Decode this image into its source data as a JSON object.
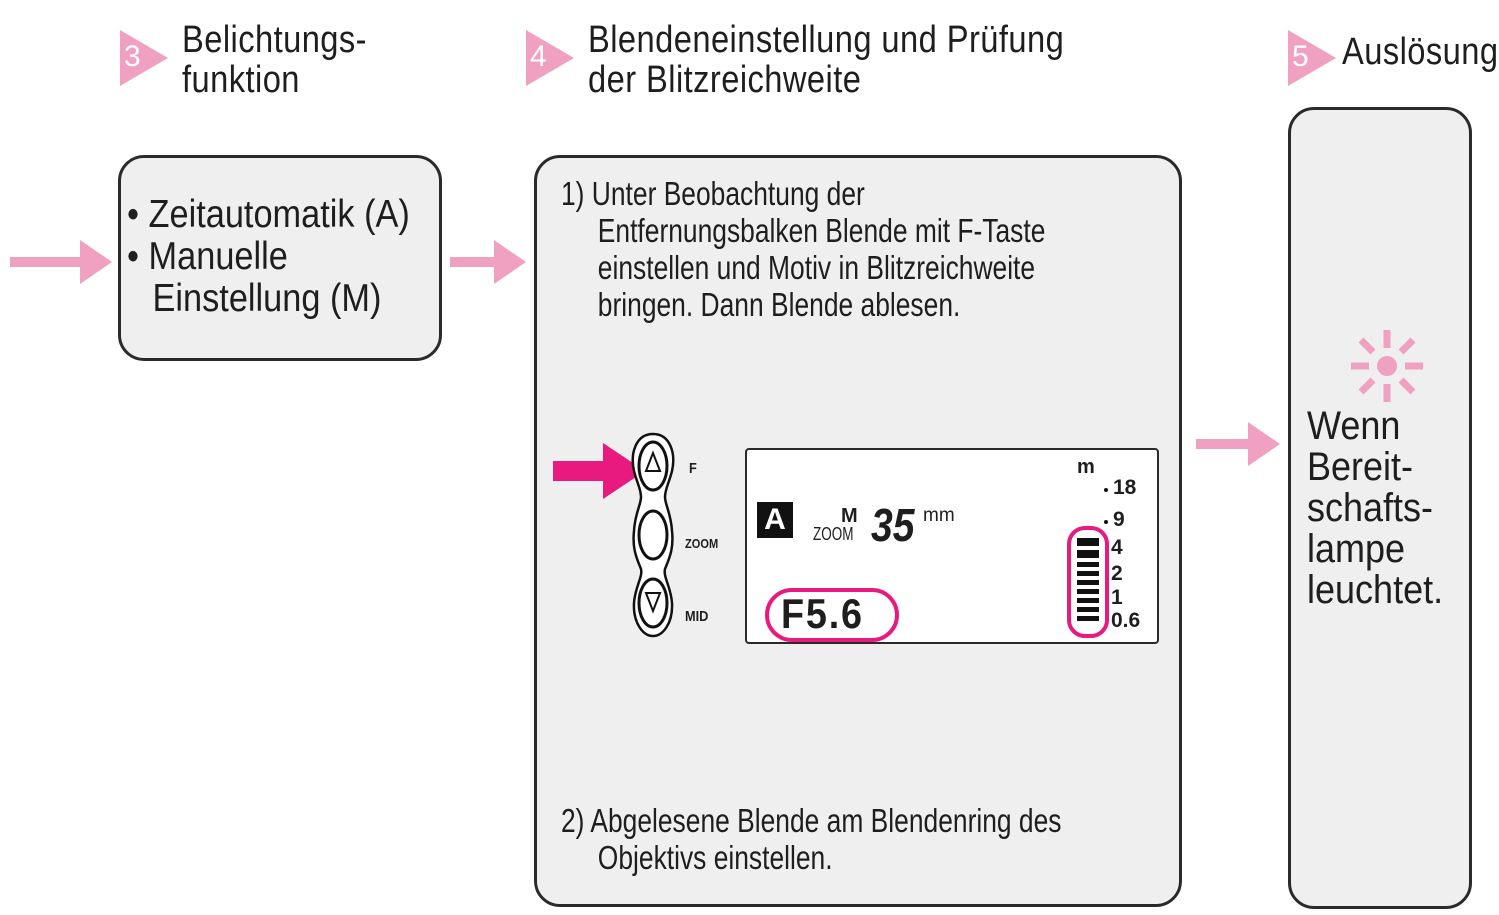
{
  "colors": {
    "accent": "#f0a0c0",
    "pink_arrow": "#e8197f",
    "box_fill": "#efefef",
    "text": "#1e1e1e"
  },
  "steps": [
    {
      "number": "3",
      "title_line1": "Belichtungs-",
      "title_line2": "funktion"
    },
    {
      "number": "4",
      "title_line1": "Blendeneinstellung und Prüfung",
      "title_line2": "der Blitzreichweite"
    },
    {
      "number": "5",
      "title_line1": "Auslösung"
    }
  ],
  "box3": {
    "items": [
      "• Zeitautomatik (A)",
      "• Manuelle",
      "Einstellung (M)"
    ]
  },
  "box4": {
    "instruction1": [
      "1) Unter Beobachtung der",
      "Entfernungsbalken Blende mit F-Taste",
      "einstellen und Motiv in Blitzreichweite",
      "bringen. Dann Blende ablesen."
    ],
    "instruction2": [
      "2) Abgelesene Blende am Blendenring des",
      "Objektivs einstellen."
    ],
    "buttons": [
      {
        "label": "F",
        "icon": "triangle-up-icon"
      },
      {
        "label": "ZOOM",
        "icon": "oval-button-icon"
      },
      {
        "label": "MID",
        "icon": "triangle-down-icon"
      }
    ],
    "lcd": {
      "mode": "A",
      "zoom_mode": "M",
      "zoom_label": "ZOOM",
      "focal_length": "35",
      "focal_unit": "mm",
      "aperture": "F5.6",
      "distance_unit": "m",
      "distance_scale": [
        "18",
        "9",
        "4",
        "2",
        "1",
        "0.6"
      ]
    }
  },
  "box5": {
    "icon": "ready-lamp-icon",
    "text_lines": [
      "Wenn",
      "Bereit-",
      "schafts-",
      "lampe",
      "leuchtet."
    ]
  }
}
